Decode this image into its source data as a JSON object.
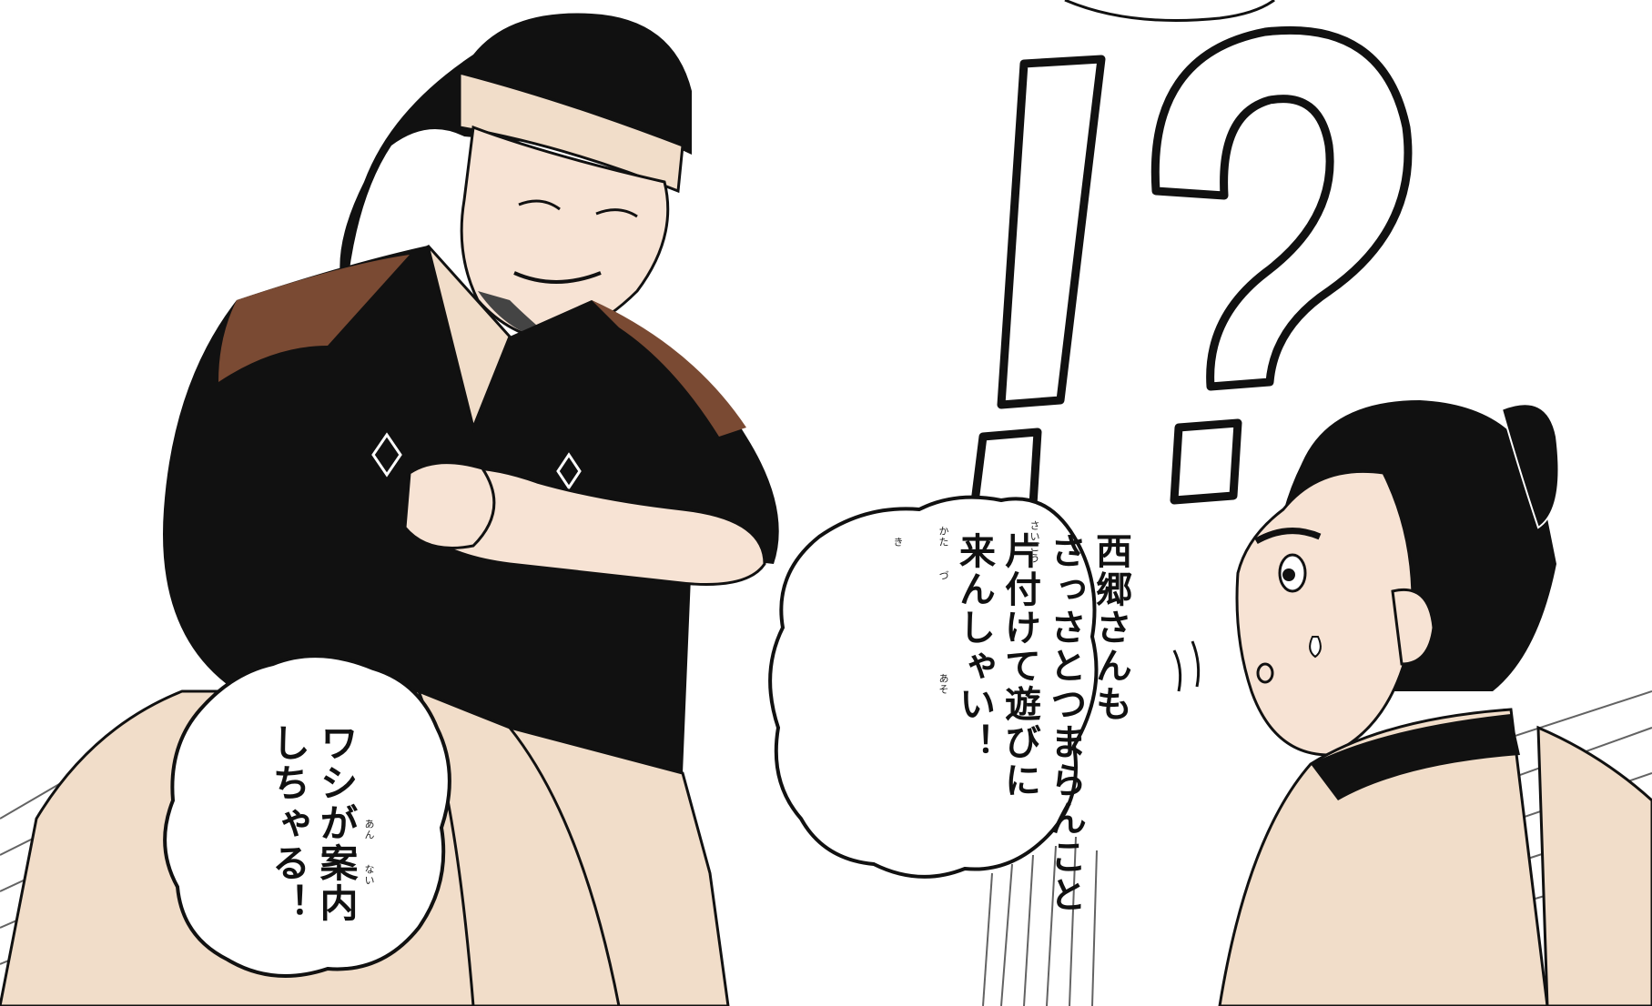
{
  "colors": {
    "ink": "#111111",
    "paper": "#ffffff",
    "skin": "#f7e3d4",
    "cloth_brown": "#7a4a33",
    "cloth_light": "#f1ddc9"
  },
  "exclamation": {
    "text": "!?"
  },
  "speech_bubble_saigo": {
    "lines": "西郷さんも\nさっさとつまらんこと\n片付けて遊びに\n来んしゃい！",
    "ruby": [
      "さいごう",
      "かた",
      "づ",
      "あそ",
      "き"
    ]
  },
  "speech_bubble_guide": {
    "lines": "ワシが案内\nしちゃる！",
    "ruby": [
      "あん",
      "ない"
    ]
  }
}
